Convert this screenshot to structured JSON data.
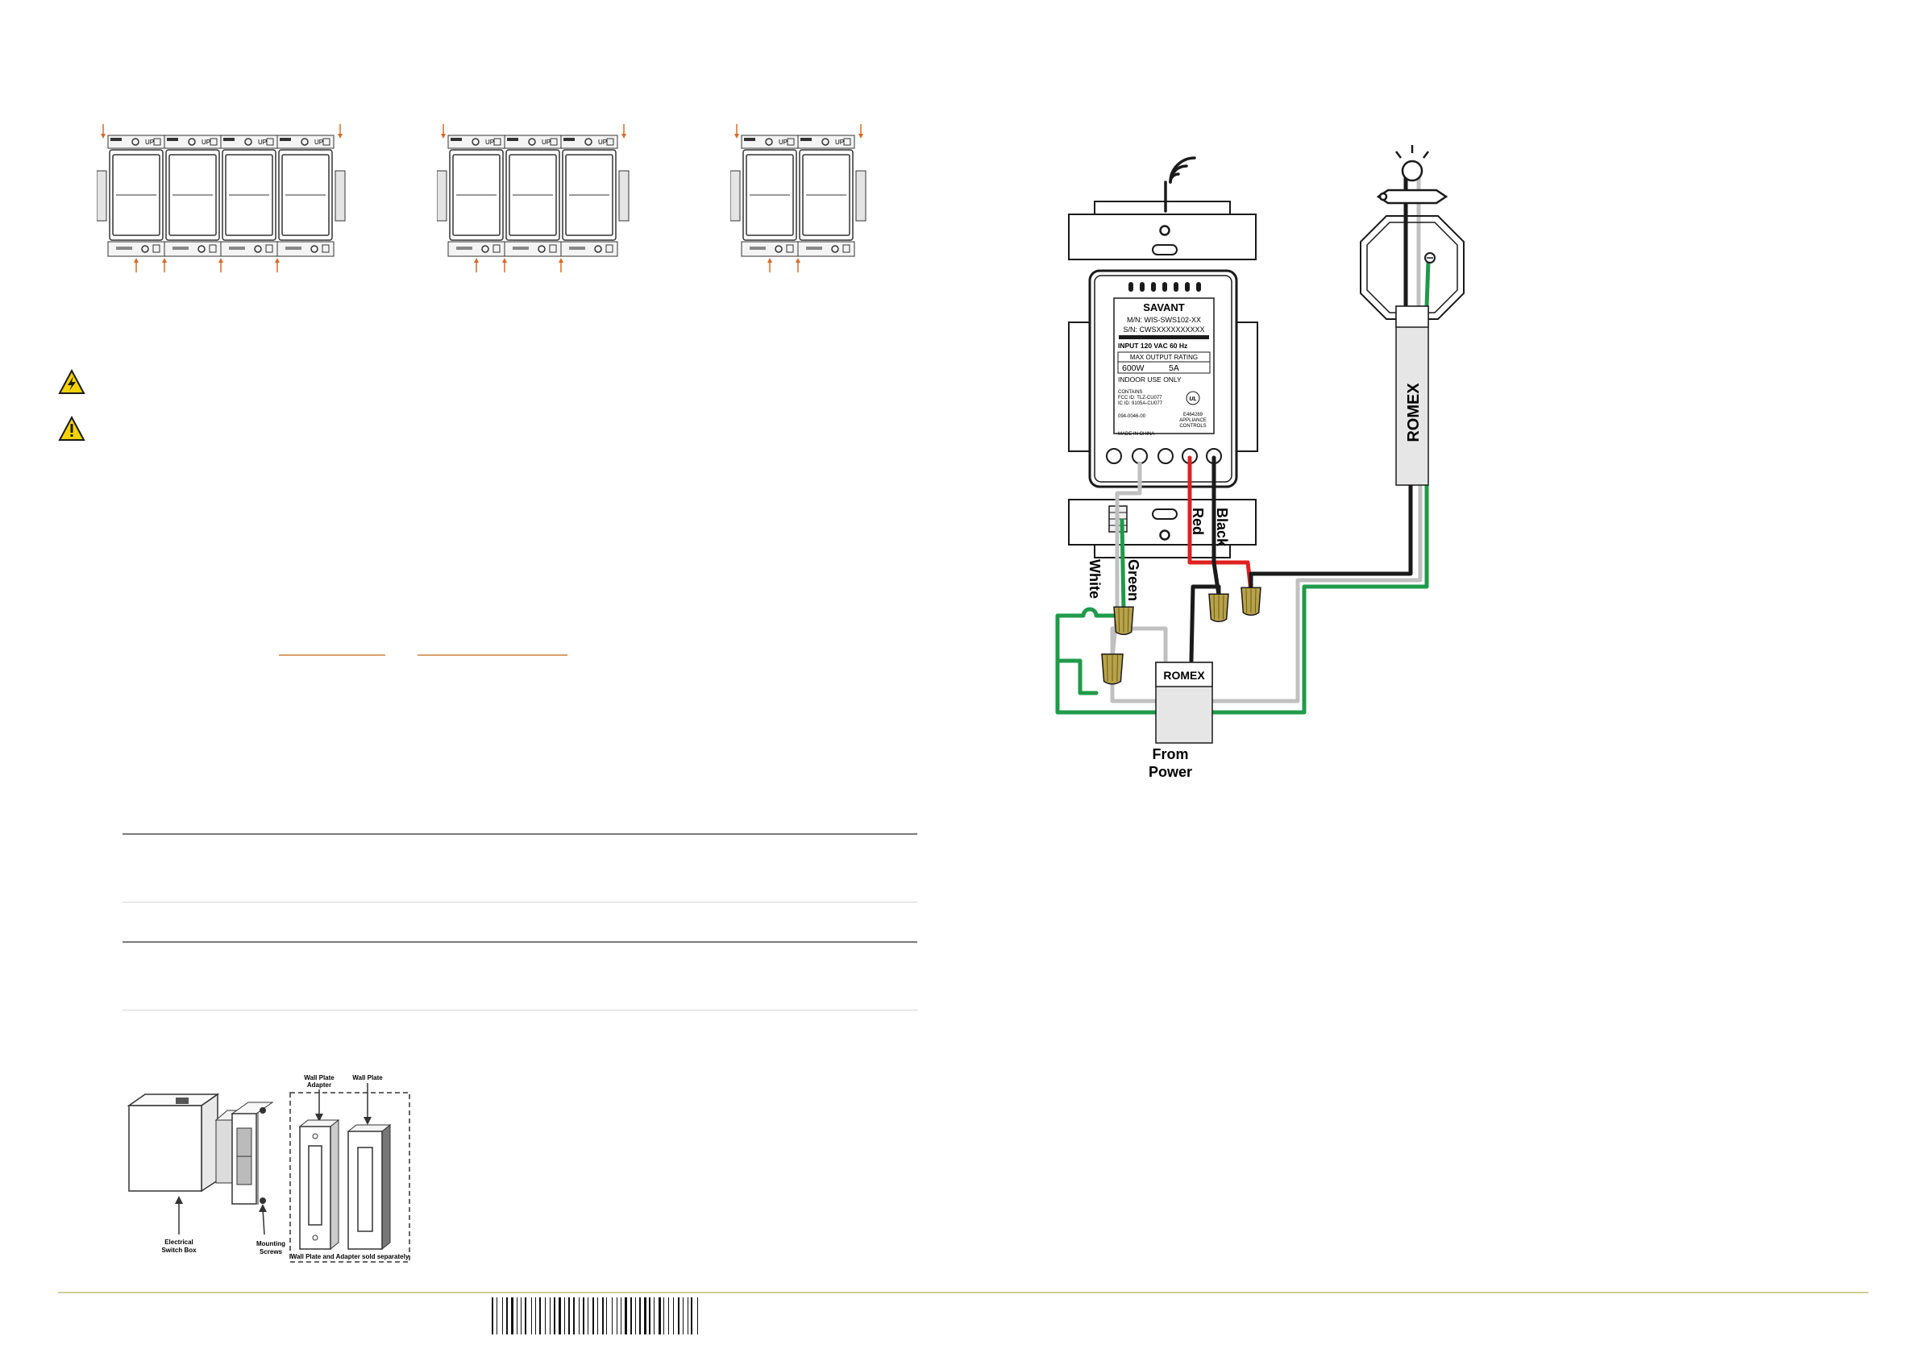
{
  "dimmer_label": {
    "brand": "SAVANT",
    "model": "M/N: WIS-SWS102-XX",
    "serial": "S/N: CWSXXXXXXXXXX",
    "input": "INPUT 120 VAC 60 Hz",
    "max_output": "MAX OUTPUT RATING",
    "watts": "600W",
    "amps": "5A",
    "indoor": "INDOOR USE ONLY",
    "contains": "CONTAINS",
    "fcc": "FCC ID: TLZ-CU077",
    "ic": "IC ID: 9105A-CU077",
    "part": "094-0046-00",
    "e_number": "E464269",
    "appliance": "APPLIANCE",
    "controls": "CONTROLS",
    "made_in": "MADE IN CHINA"
  },
  "wires": {
    "white": "White",
    "green": "Green",
    "red": "Red",
    "black": "Black"
  },
  "romex_label": "ROMEX",
  "from_power": [
    "From",
    "Power"
  ],
  "gang_label": "UP",
  "install": {
    "wall_plate_adapter": [
      "Wall Plate",
      "Adapter"
    ],
    "wall_plate": "Wall Plate",
    "electrical_switch_box": [
      "Electrical",
      "Switch Box"
    ],
    "mounting_screws": [
      "Mounting",
      "Screws"
    ],
    "sold_separately": "Wall Plate and Adapter sold separately"
  },
  "colors": {
    "hot_black": "#1a1a1a",
    "red": "#e02020",
    "green": "#1f9a4a",
    "white_wire": "#c0c0c0",
    "warning_yellow": "#f6d200",
    "link_orange": "#d9a06a",
    "arrow_orange": "#d86a28"
  }
}
